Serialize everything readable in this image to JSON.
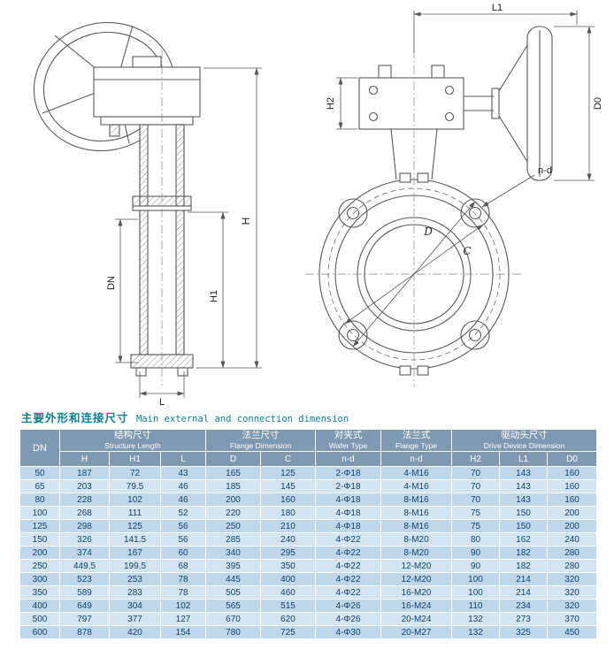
{
  "title": {
    "zh": "主要外形和连接尺寸",
    "en": "Main external and connection  dimension"
  },
  "drawing": {
    "labels": {
      "H": "H",
      "H1": "H1",
      "DN": "DN",
      "L": "L",
      "L1": "L1",
      "H2": "H2",
      "D0": "D0",
      "n_d": "n-d",
      "D": "D",
      "C": "C"
    }
  },
  "colors": {
    "title_teal": "#0e7f8e",
    "table_header_bg": "#7e99b2",
    "table_row_dark": "#bed7eb",
    "table_row_light": "#d3e4f2",
    "table_text": "#14416b"
  },
  "table": {
    "header": {
      "dn": "DN",
      "groups": [
        {
          "zh": "结构尺寸",
          "en": "Structure Length",
          "cols": [
            "H",
            "H1",
            "L"
          ]
        },
        {
          "zh": "法兰尺寸",
          "en": "Flange Dimension",
          "cols": [
            "D",
            "C"
          ]
        },
        {
          "zh": "对夹式",
          "en": "Wafer Type",
          "cols": [
            "n-d"
          ]
        },
        {
          "zh": "法兰式",
          "en": "Flange Type",
          "cols": [
            "n-d"
          ]
        },
        {
          "zh": "驱动头尺寸",
          "en": "Drive Device Dimension",
          "cols": [
            "H2",
            "L1",
            "D0"
          ]
        }
      ]
    },
    "rows": [
      [
        "50",
        "187",
        "72",
        "43",
        "165",
        "125",
        "2-Φ18",
        "4-M16",
        "70",
        "143",
        "160"
      ],
      [
        "65",
        "203",
        "79.5",
        "46",
        "185",
        "145",
        "2-Φ18",
        "4-M16",
        "70",
        "143",
        "160"
      ],
      [
        "80",
        "228",
        "102",
        "46",
        "200",
        "160",
        "4-Φ18",
        "8-M16",
        "70",
        "143",
        "160"
      ],
      [
        "100",
        "268",
        "111",
        "52",
        "220",
        "180",
        "4-Φ18",
        "8-M16",
        "75",
        "150",
        "200"
      ],
      [
        "125",
        "298",
        "125",
        "56",
        "250",
        "210",
        "4-Φ18",
        "8-M16",
        "75",
        "150",
        "200"
      ],
      [
        "150",
        "326",
        "141.5",
        "56",
        "285",
        "240",
        "4-Φ22",
        "8-M20",
        "80",
        "162",
        "240"
      ],
      [
        "200",
        "374",
        "167",
        "60",
        "340",
        "295",
        "4-Φ22",
        "8-M20",
        "90",
        "182",
        "280"
      ],
      [
        "250",
        "449.5",
        "199.5",
        "68",
        "395",
        "350",
        "4-Φ22",
        "12-M20",
        "90",
        "182",
        "280"
      ],
      [
        "300",
        "523",
        "253",
        "78",
        "445",
        "400",
        "4-Φ22",
        "12-M20",
        "100",
        "214",
        "320"
      ],
      [
        "350",
        "589",
        "283",
        "78",
        "505",
        "460",
        "4-Φ22",
        "16-M20",
        "100",
        "214",
        "320"
      ],
      [
        "400",
        "649",
        "304",
        "102",
        "565",
        "515",
        "4-Φ26",
        "16-M24",
        "110",
        "234",
        "320"
      ],
      [
        "500",
        "797",
        "377",
        "127",
        "670",
        "620",
        "4-Φ26",
        "20-M24",
        "132",
        "273",
        "370"
      ],
      [
        "600",
        "878",
        "420",
        "154",
        "780",
        "725",
        "4-Φ30",
        "20-M27",
        "132",
        "325",
        "450"
      ]
    ]
  }
}
